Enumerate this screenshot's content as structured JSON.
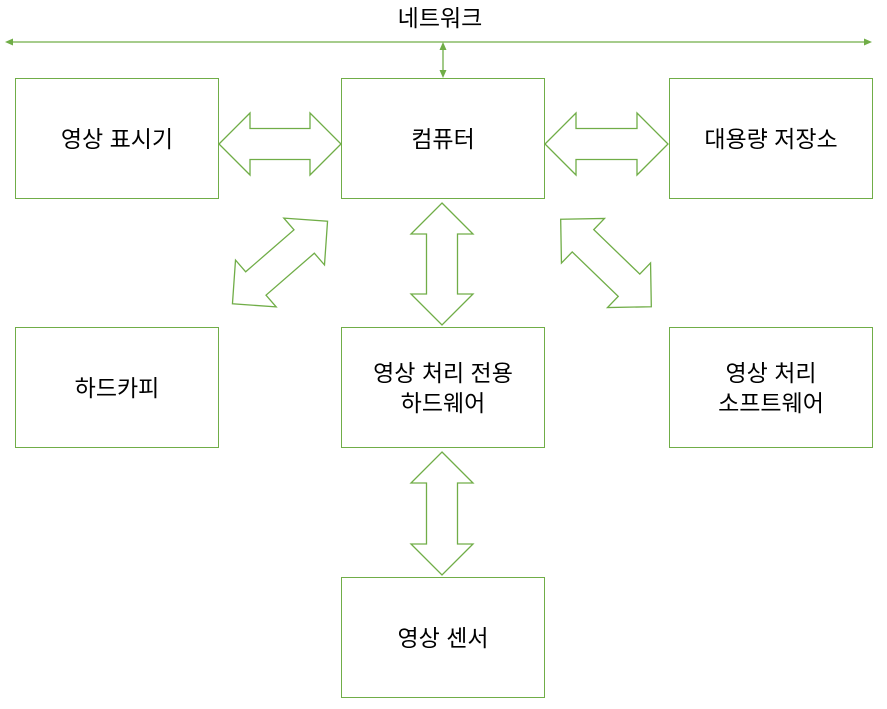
{
  "network_label": "네트워크",
  "nodes": [
    {
      "lines": [
        "영상 표시기"
      ]
    },
    {
      "lines": [
        "컴퓨터"
      ]
    },
    {
      "lines": [
        "대용량 저장소"
      ]
    },
    {
      "lines": [
        "하드카피"
      ]
    },
    {
      "lines": [
        "영상 처리 전용",
        "하드웨어"
      ]
    },
    {
      "lines": [
        "영상 처리",
        "소프트웨어"
      ]
    },
    {
      "lines": [
        "영상 센서"
      ]
    }
  ],
  "colors": {
    "accent": "#70AD47",
    "text": "#000000",
    "background": "#FFFFFF"
  }
}
